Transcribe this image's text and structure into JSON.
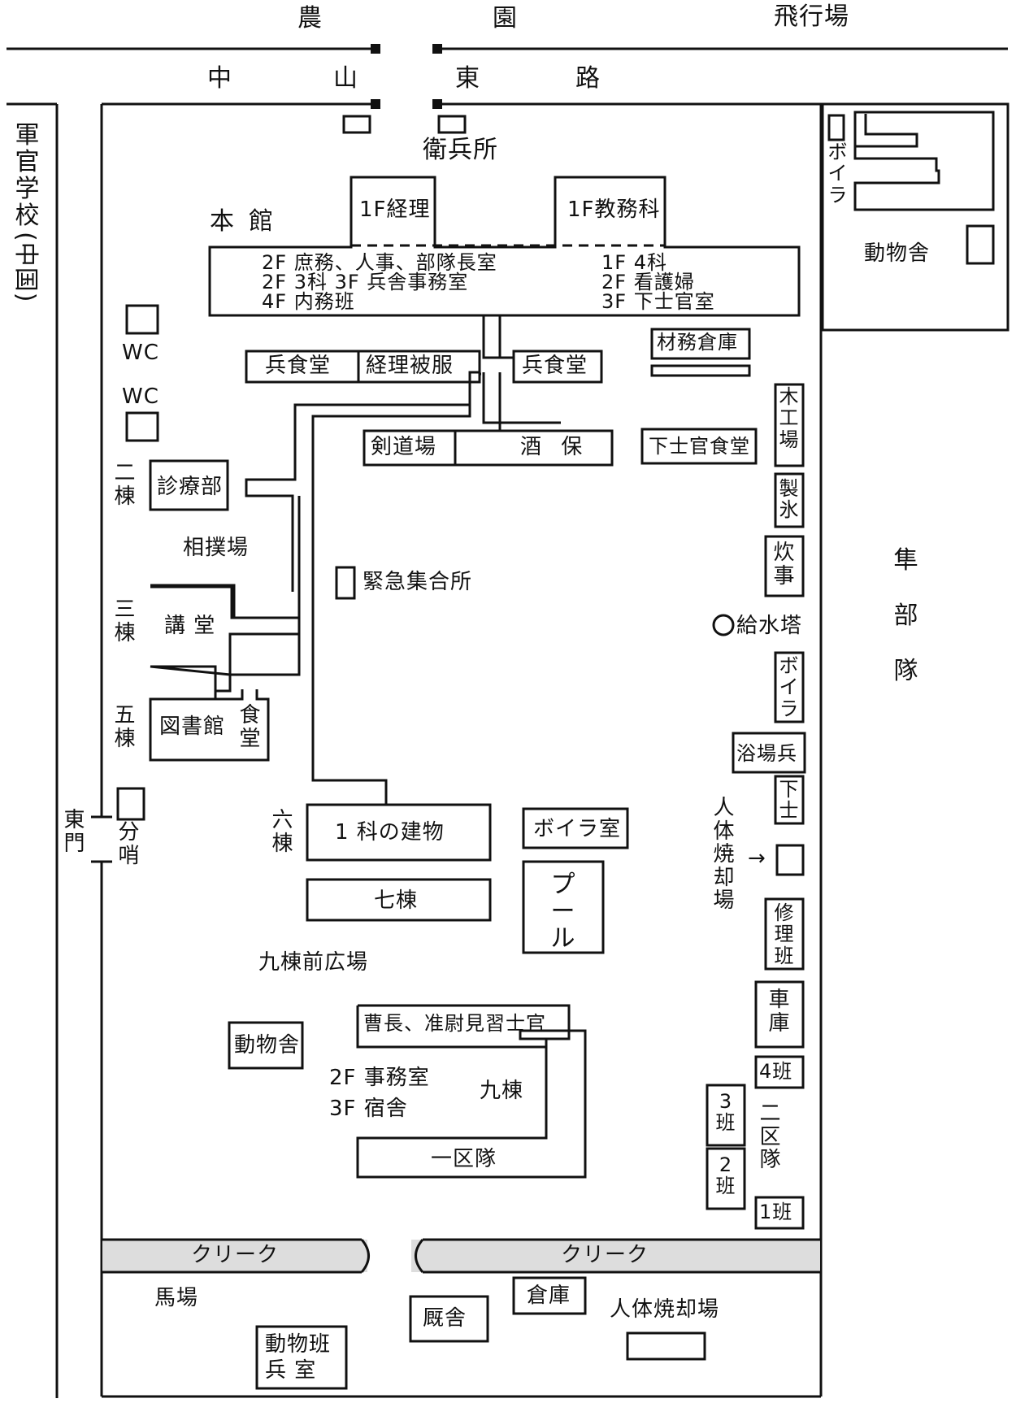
{
  "top": {
    "nouen": "農",
    "en": "園",
    "hikoujou": "飛行場",
    "naka": "中",
    "yama": "山",
    "higashi": "東",
    "michi": "路"
  },
  "gunkan": {
    "school": "軍官学校",
    "paren": "(中国)"
  },
  "eihei": "衛兵所",
  "honkan": "本館",
  "keiri1f": "1F経理",
  "kyomu1f": "1F教務科",
  "honkan_floors": {
    "l1": "2F 庶務、人事、部隊長室",
    "l2": "2F 3科   3F 兵舎事務室",
    "l3": "4F 内務班",
    "r1": "1F  4科",
    "r2": "2F  看護婦",
    "r3": "3F  下士官室"
  },
  "wc": [
    "WC",
    "WC"
  ],
  "heishokudo_left": "兵食堂",
  "keiri_hifuku": "経理被服",
  "heishokudo_right": "兵食堂",
  "zaimu": "材務倉庫",
  "kendo": "剣道場",
  "shuho": "酒  保",
  "kashikan_shokudo": "下士官食堂",
  "ni_to": "二棟",
  "shinryo": "診療部",
  "sumo": "相撲場",
  "kinkyu": "緊急集合所",
  "san_to": "三棟",
  "kodo": "講 堂",
  "go_to": "五棟",
  "toshokan": "図書館",
  "shokudo": "食堂",
  "east_gate": "東門",
  "bunsho": "分哨",
  "roku_to": "六棟",
  "ichika": "1 科の建物",
  "boiler_room": "ボイラ室",
  "pool": "プール",
  "nana_to": "七棟",
  "kyu_hiroba": "九棟前広場",
  "dobutsu_left": "動物舎",
  "socho": "曹長、准尉見習士官",
  "kyu_floors": {
    "f2": "2F  事務室",
    "f3": "3F  宿舎"
  },
  "kyu_to": "九棟",
  "ichi_kutai": "一区隊",
  "right_col": {
    "mokko": "木工場",
    "seihyo": "製氷",
    "suiji": "炊事",
    "kyusui": "給水塔",
    "boira": "ボイラ",
    "yokujo": "浴場兵",
    "kashi": "下士",
    "jintai_v": "人体焼却場",
    "shuri": "修理班",
    "shako": "車庫",
    "han4": "4班",
    "han3": "3班",
    "han2": "2班",
    "ni_kutai": "二区隊",
    "han1": "1班"
  },
  "boira_ne": "ボイラ",
  "dobutsu_ne": "動物舎",
  "butai": "隼部隊",
  "creek": [
    "クリーク",
    "クリーク"
  ],
  "baba": "馬場",
  "sha": "厩舎",
  "soko": "倉庫",
  "jintai_h": "人体焼却場",
  "dobutsu_han": "動物班兵 室",
  "dobutsu_han_l1": "動物班",
  "dobutsu_han_l2": "兵    室"
}
